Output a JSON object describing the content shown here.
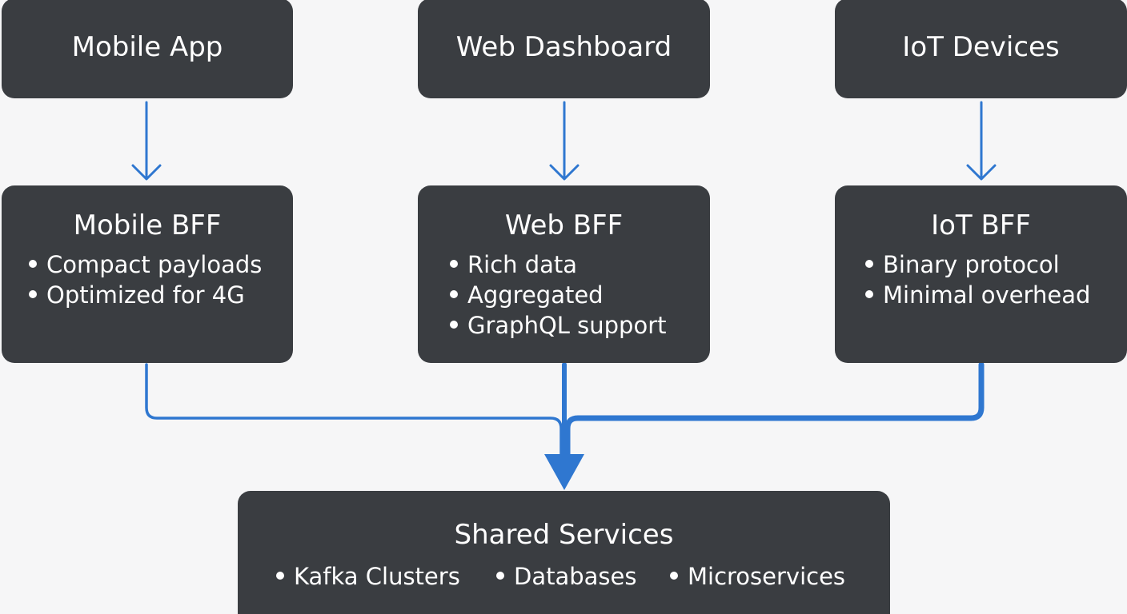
{
  "colors": {
    "background": "#f6f6f7",
    "box": "#3a3d41",
    "text": "#ffffff",
    "connector": "#2f77d0"
  },
  "clients": [
    {
      "title": "Mobile App"
    },
    {
      "title": "Web Dashboard"
    },
    {
      "title": "IoT Devices"
    }
  ],
  "bffs": [
    {
      "title": "Mobile BFF",
      "items": [
        "Compact payloads",
        "Optimized for 4G"
      ]
    },
    {
      "title": "Web BFF",
      "items": [
        "Rich data",
        "Aggregated",
        "GraphQL support"
      ]
    },
    {
      "title": "IoT BFF",
      "items": [
        "Binary protocol",
        "Minimal overhead"
      ]
    }
  ],
  "shared": {
    "title": "Shared Services",
    "items": [
      "Kafka Clusters",
      "Databases",
      "Microservices"
    ]
  }
}
